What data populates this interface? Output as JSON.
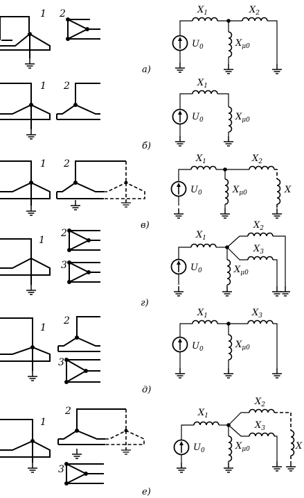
{
  "rows": [
    {
      "caption": "а)",
      "windings": [
        "1",
        "2"
      ],
      "labels": {
        "u": "U",
        "u_sub": "0",
        "x1": "X",
        "x1_sub": "1",
        "x2": "X",
        "x2_sub": "2",
        "xm": "X",
        "xm_sub": "μ0"
      }
    },
    {
      "caption": "б)",
      "windings": [
        "1",
        "2"
      ],
      "labels": {
        "u": "U",
        "u_sub": "0",
        "x1": "X",
        "x1_sub": "1",
        "xm": "X",
        "xm_sub": "μ0"
      }
    },
    {
      "caption": "в)",
      "windings": [
        "1",
        "2"
      ],
      "labels": {
        "u": "U",
        "u_sub": "0",
        "x1": "X",
        "x1_sub": "1",
        "x2": "X",
        "x2_sub": "2",
        "xm": "X",
        "xm_sub": "μ0",
        "x": "X"
      }
    },
    {
      "caption": "г)",
      "windings": [
        "1",
        "2",
        "3"
      ],
      "labels": {
        "u": "U",
        "u_sub": "0",
        "x1": "X",
        "x1_sub": "1",
        "x2": "X",
        "x2_sub": "2",
        "x3": "X",
        "x3_sub": "3",
        "xm": "X",
        "xm_sub": "μ0"
      }
    },
    {
      "caption": "д)",
      "windings": [
        "1",
        "2",
        "3"
      ],
      "labels": {
        "u": "U",
        "u_sub": "0",
        "x1": "X",
        "x1_sub": "1",
        "x3": "X",
        "x3_sub": "3",
        "xm": "X",
        "xm_sub": "μ0"
      }
    },
    {
      "caption": "е)",
      "windings": [
        "1",
        "2",
        "3"
      ],
      "labels": {
        "u": "U",
        "u_sub": "0",
        "x1": "X",
        "x1_sub": "1",
        "x2": "X",
        "x2_sub": "2",
        "x3": "X",
        "x3_sub": "3",
        "xm": "X",
        "xm_sub": "μ0",
        "x": "X"
      }
    }
  ]
}
